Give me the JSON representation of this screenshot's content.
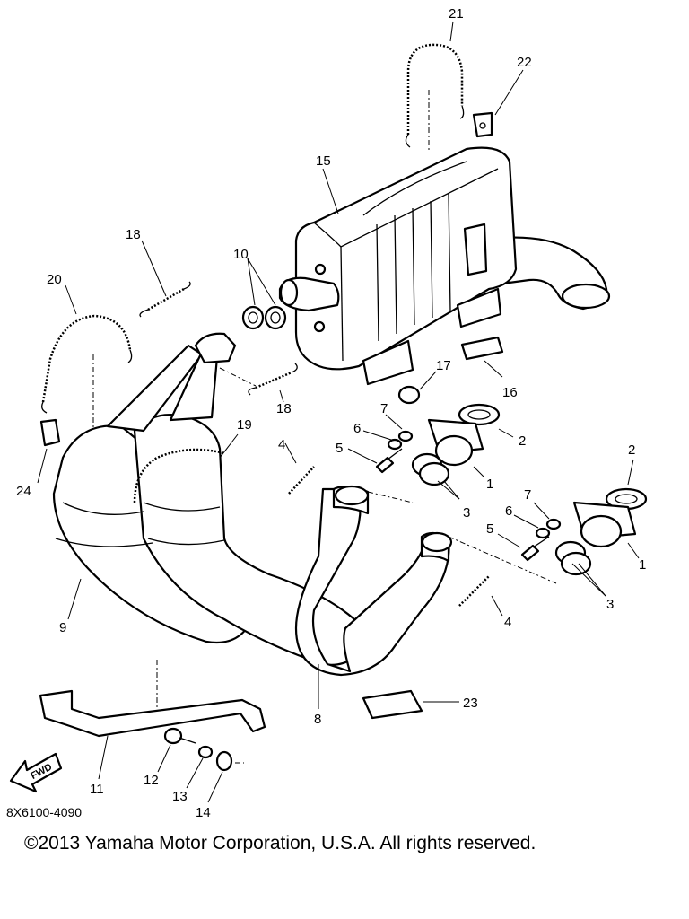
{
  "diagram": {
    "figure_code": "8X6100-4090",
    "copyright": "©2013 Yamaha Motor Corporation, U.S.A. All rights reserved.",
    "fwd_label": "FWD",
    "callouts": [
      {
        "id": "c21",
        "label": "21"
      },
      {
        "id": "c22",
        "label": "22"
      },
      {
        "id": "c15",
        "label": "15"
      },
      {
        "id": "c18a",
        "label": "18"
      },
      {
        "id": "c10",
        "label": "10"
      },
      {
        "id": "c20",
        "label": "20"
      },
      {
        "id": "c18b",
        "label": "18"
      },
      {
        "id": "c17",
        "label": "17"
      },
      {
        "id": "c16",
        "label": "16"
      },
      {
        "id": "c7a",
        "label": "7"
      },
      {
        "id": "c6a",
        "label": "6"
      },
      {
        "id": "c5a",
        "label": "5"
      },
      {
        "id": "c2a",
        "label": "2"
      },
      {
        "id": "c1a",
        "label": "1"
      },
      {
        "id": "c3a",
        "label": "3"
      },
      {
        "id": "c4a",
        "label": "4"
      },
      {
        "id": "c19",
        "label": "19"
      },
      {
        "id": "c24",
        "label": "24"
      },
      {
        "id": "c2b",
        "label": "2"
      },
      {
        "id": "c7b",
        "label": "7"
      },
      {
        "id": "c6b",
        "label": "6"
      },
      {
        "id": "c5b",
        "label": "5"
      },
      {
        "id": "c1b",
        "label": "1"
      },
      {
        "id": "c3b",
        "label": "3"
      },
      {
        "id": "c4b",
        "label": "4"
      },
      {
        "id": "c9",
        "label": "9"
      },
      {
        "id": "c8",
        "label": "8"
      },
      {
        "id": "c23",
        "label": "23"
      },
      {
        "id": "c11",
        "label": "11"
      },
      {
        "id": "c12",
        "label": "12"
      },
      {
        "id": "c13",
        "label": "13"
      },
      {
        "id": "c14",
        "label": "14"
      }
    ]
  }
}
